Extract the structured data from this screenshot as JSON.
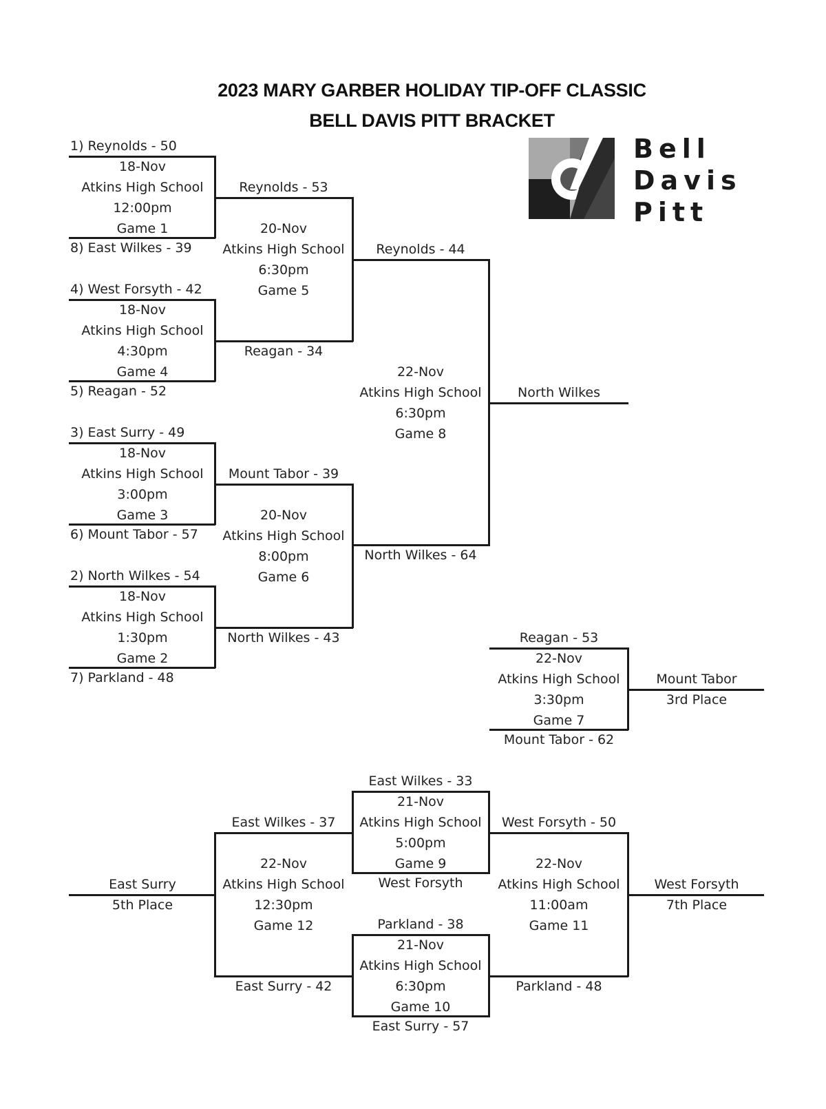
{
  "header": {
    "title": "2023 MARY GARBER HOLIDAY TIP-OFF CLASSIC",
    "subtitle": "BELL DAVIS PITT BRACKET"
  },
  "logo": {
    "line1": "Bell",
    "line2": "Davis",
    "line3": "Pitt"
  },
  "round1": {
    "seed_reynolds": "1)  Reynolds - 50",
    "seed_east_wilkes": "8)  East Wilkes - 39",
    "seed_west_forsyth": "4)  West Forsyth - 42",
    "seed_reagan": "5)  Reagan - 52",
    "seed_east_surry": "3)  East Surry - 49",
    "seed_mount_tabor": "6)  Mount Tabor - 57",
    "seed_north_wilkes": "2)  North Wilkes - 54",
    "seed_parkland": "7)  Parkland - 48",
    "game1": [
      "18-Nov",
      "Atkins High School",
      "12:00pm",
      "Game 1"
    ],
    "game4": [
      "18-Nov",
      "Atkins High School",
      "4:30pm",
      "Game 4"
    ],
    "game3": [
      "18-Nov",
      "Atkins High School",
      "3:00pm",
      "Game 3"
    ],
    "game2": [
      "18-Nov",
      "Atkins High School",
      "1:30pm",
      "Game 2"
    ]
  },
  "round2": {
    "top_a": "Reynolds - 53",
    "top_b": "Reagan - 34",
    "bot_a": "Mount Tabor - 39",
    "bot_b": "North Wilkes - 43",
    "game5": [
      "20-Nov",
      "Atkins High School",
      "6:30pm",
      "Game 5"
    ],
    "game6": [
      "20-Nov",
      "Atkins High School",
      "8:00pm",
      "Game 6"
    ]
  },
  "final": {
    "team_a": "Reynolds - 44",
    "team_b": "North Wilkes - 64",
    "game8": [
      "22-Nov",
      "Atkins High School",
      "6:30pm",
      "Game 8"
    ],
    "champion": "North Wilkes"
  },
  "third_place": {
    "team_a": "Reagan - 53",
    "team_b": "Mount Tabor - 62",
    "game7": [
      "22-Nov",
      "Atkins High School",
      "3:30pm",
      "Game 7"
    ],
    "winner": "Mount Tabor",
    "label": "3rd Place"
  },
  "consolation": {
    "g9_a": "East Wilkes - 33",
    "g9_b": "West Forsyth",
    "game9": [
      "21-Nov",
      "Atkins High School",
      "5:00pm",
      "Game 9"
    ],
    "g10_a": "Parkland - 38",
    "g10_b": "East Surry - 57",
    "game10": [
      "21-Nov",
      "Atkins High School",
      "6:30pm",
      "Game 10"
    ],
    "g12_a": "East Wilkes - 37",
    "g12_b": "East Surry - 42",
    "game12": [
      "22-Nov",
      "Atkins High School",
      "12:30pm",
      "Game 12"
    ],
    "g11_a": "West Forsyth - 50",
    "g11_b": "Parkland - 48",
    "game11": [
      "22-Nov",
      "Atkins High School",
      "11:00am",
      "Game 11"
    ],
    "fifth_winner": "East Surry",
    "fifth_label": "5th Place",
    "seventh_winner": "West Forsyth",
    "seventh_label": "7th Place"
  }
}
